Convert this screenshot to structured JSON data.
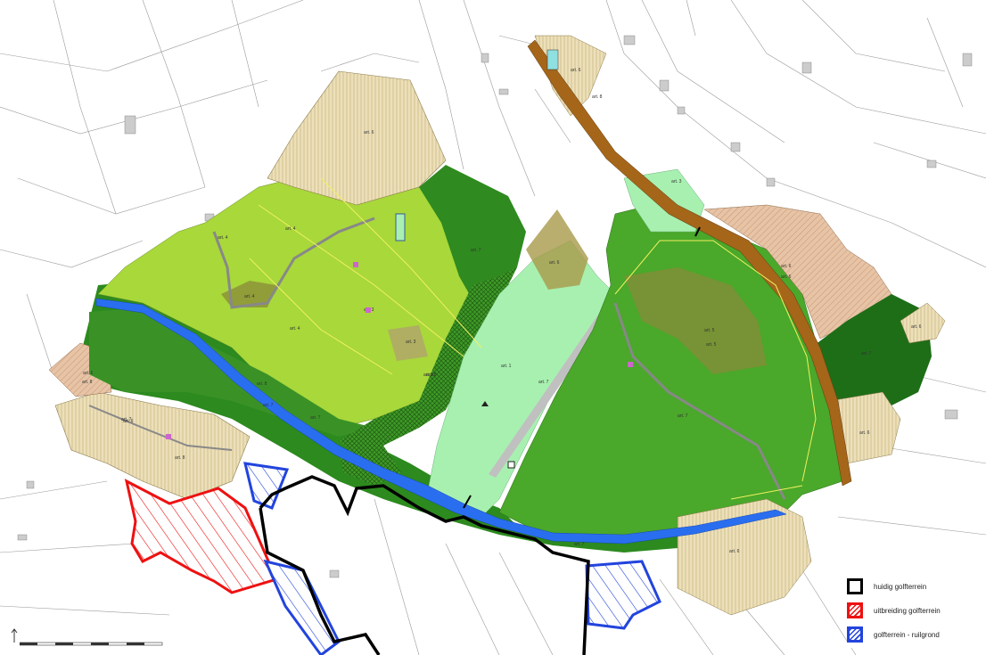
{
  "legend": {
    "items": [
      {
        "label": "huidig golfterrein",
        "color": "#000000",
        "style": "outline"
      },
      {
        "label": "uitbreiding golfterrein",
        "color": "#ee1111",
        "style": "hatched"
      },
      {
        "label": "golfterrein - ruilgrond",
        "color": "#2244dd",
        "style": "hatched"
      }
    ]
  },
  "map_labels": {
    "a": "art. 6",
    "b": "art. 4",
    "c": "art. 7",
    "d": "art. 4",
    "e": "art. 3",
    "f": "art. 8",
    "g": "art. 6",
    "h": "art. 8",
    "i": "art. 7",
    "j": "art. 6",
    "k": "art. 1",
    "l": "art. 7",
    "m": "art. 5",
    "n": "art. 6",
    "o": "art. 6",
    "p": "art. 7",
    "q": "art. 4",
    "r": "art. 7",
    "s": "art. 3",
    "t": "art. 6",
    "u": "art. 4",
    "v": "art. 3",
    "w": "art. 7",
    "x": "art. 2",
    "y": "art. 6",
    "z": "art. 6",
    "aa": "art. 7",
    "ab": "art. 8",
    "ac": "art. 6",
    "ad": "art. 5",
    "ae": "art. 8",
    "af": "art. 7",
    "ag": "art. 6",
    "ah": "art. 8"
  },
  "colors": {
    "agricultural_tan": "#e9dbb0",
    "light_green": "#a8d83a",
    "mid_green": "#4aa82a",
    "dark_green": "#2a7a1c",
    "pale_green": "#a8f0b0",
    "water_blue": "#2a6ef0",
    "road_brown": "#a5661a",
    "brown_hatch": "#e3b99a",
    "olive": "#a89a4a"
  }
}
